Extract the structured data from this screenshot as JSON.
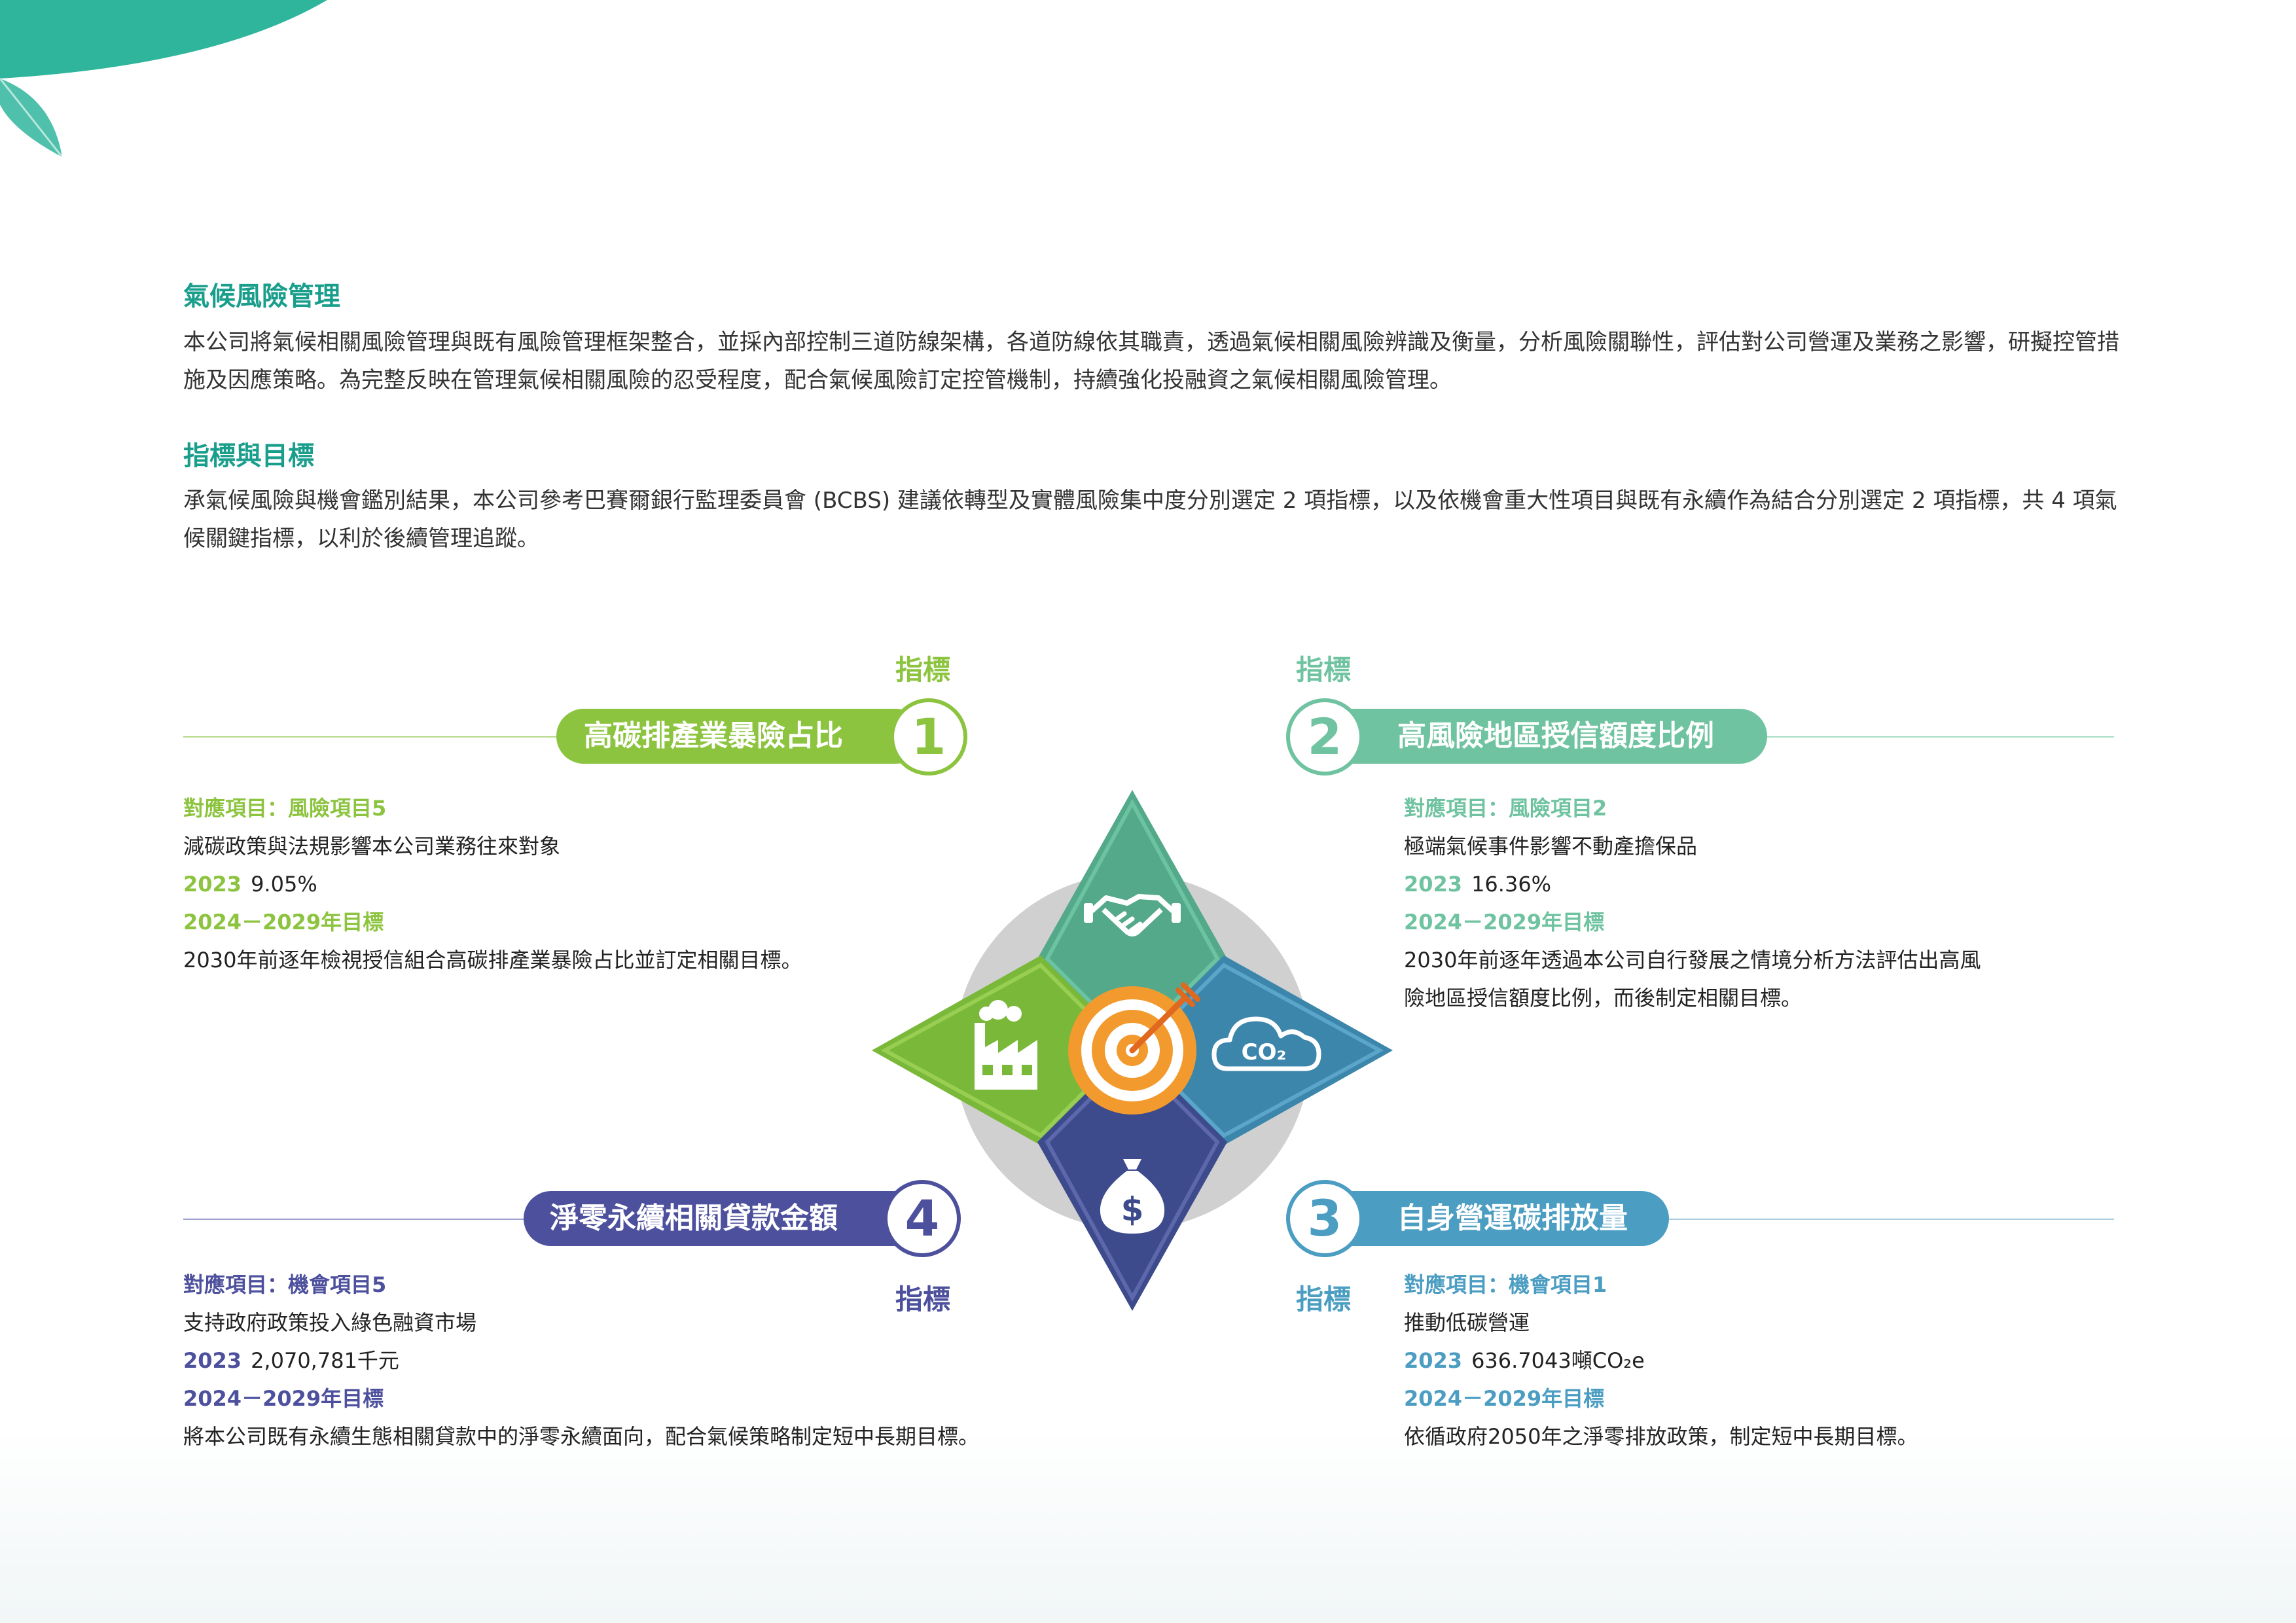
{
  "sections": {
    "risk_mgmt": {
      "title": "氣候風險管理",
      "body": "本公司將氣候相關風險管理與既有風險管理框架整合，並採內部控制三道防線架構，各道防線依其職責，透過氣候相關風險辨識及衡量，分析風險關聯性，評估對公司營運及業務之影響，研擬控管措施及因應策略。為完整反映在管理氣候相關風險的忍受程度，配合氣候風險訂定控管機制，持續強化投融資之氣候相關風險管理。"
    },
    "metrics": {
      "title": "指標與目標",
      "body": "承氣候風險與機會鑑別結果，本公司參考巴賽爾銀行監理委員會 (BCBS) 建議依轉型及實體風險集中度分別選定 2 項指標，以及依機會重大性項目與既有永續作為結合分別選定 2 項指標，共 4 項氣候關鍵指標，以利於後續管理追蹤。"
    }
  },
  "indicators": [
    {
      "word": "指標",
      "number": "1",
      "title": "高碳排產業暴險占比",
      "color": "#8cc43f",
      "ref": "對應項目：風險項目5",
      "desc": "減碳政策與法規影響本公司業務往來對象",
      "year": "2023",
      "value": "9.05%",
      "target_label": "2024－2029年目標",
      "target_lines": [
        "2030年前逐年檢視授信組合高碳排產業暴險占比並訂定相關目標。"
      ]
    },
    {
      "word": "指標",
      "number": "2",
      "title": "高風險地區授信額度比例",
      "color": "#6fc3a0",
      "ref": "對應項目：風險項目2",
      "desc": "極端氣候事件影響不動產擔保品",
      "year": "2023",
      "value": "16.36%",
      "target_label": "2024－2029年目標",
      "target_lines": [
        "2030年前逐年透過本公司自行發展之情境分析方法評估出高風",
        "險地區授信額度比例，而後制定相關目標。"
      ]
    },
    {
      "word": "指標",
      "number": "3",
      "title": "自身營運碳排放量",
      "color": "#4b9dc2",
      "ref": "對應項目：機會項目1",
      "desc": "推動低碳營運",
      "year": "2023",
      "value": "636.7043噸CO₂e",
      "target_label": "2024－2029年目標",
      "target_lines": [
        "依循政府2050年之淨零排放政策，制定短中長期目標。"
      ]
    },
    {
      "word": "指標",
      "number": "4",
      "title": "淨零永續相關貸款金額",
      "color": "#4d509c",
      "ref": "對應項目：機會項目5",
      "desc": "支持政府政策投入綠色融資市場",
      "year": "2023",
      "value": "2,070,781千元",
      "target_label": "2024－2029年目標",
      "target_lines": [
        "將本公司既有永續生態相關貸款中的淨零永續面向，配合氣候策略制定短中長期目標。"
      ]
    }
  ],
  "diagram": {
    "colors": {
      "top": "#54a98a",
      "left": "#7ab83a",
      "right": "#3c86ab",
      "bottom": "#3d4a8c",
      "circle": "#d0d0d0",
      "target": "#f29a2e"
    },
    "icons": [
      "handshake-icon",
      "factory-icon",
      "co2-cloud-icon",
      "money-bag-icon",
      "target-icon"
    ],
    "co2_label": "CO₂",
    "dollar_label": "$"
  }
}
